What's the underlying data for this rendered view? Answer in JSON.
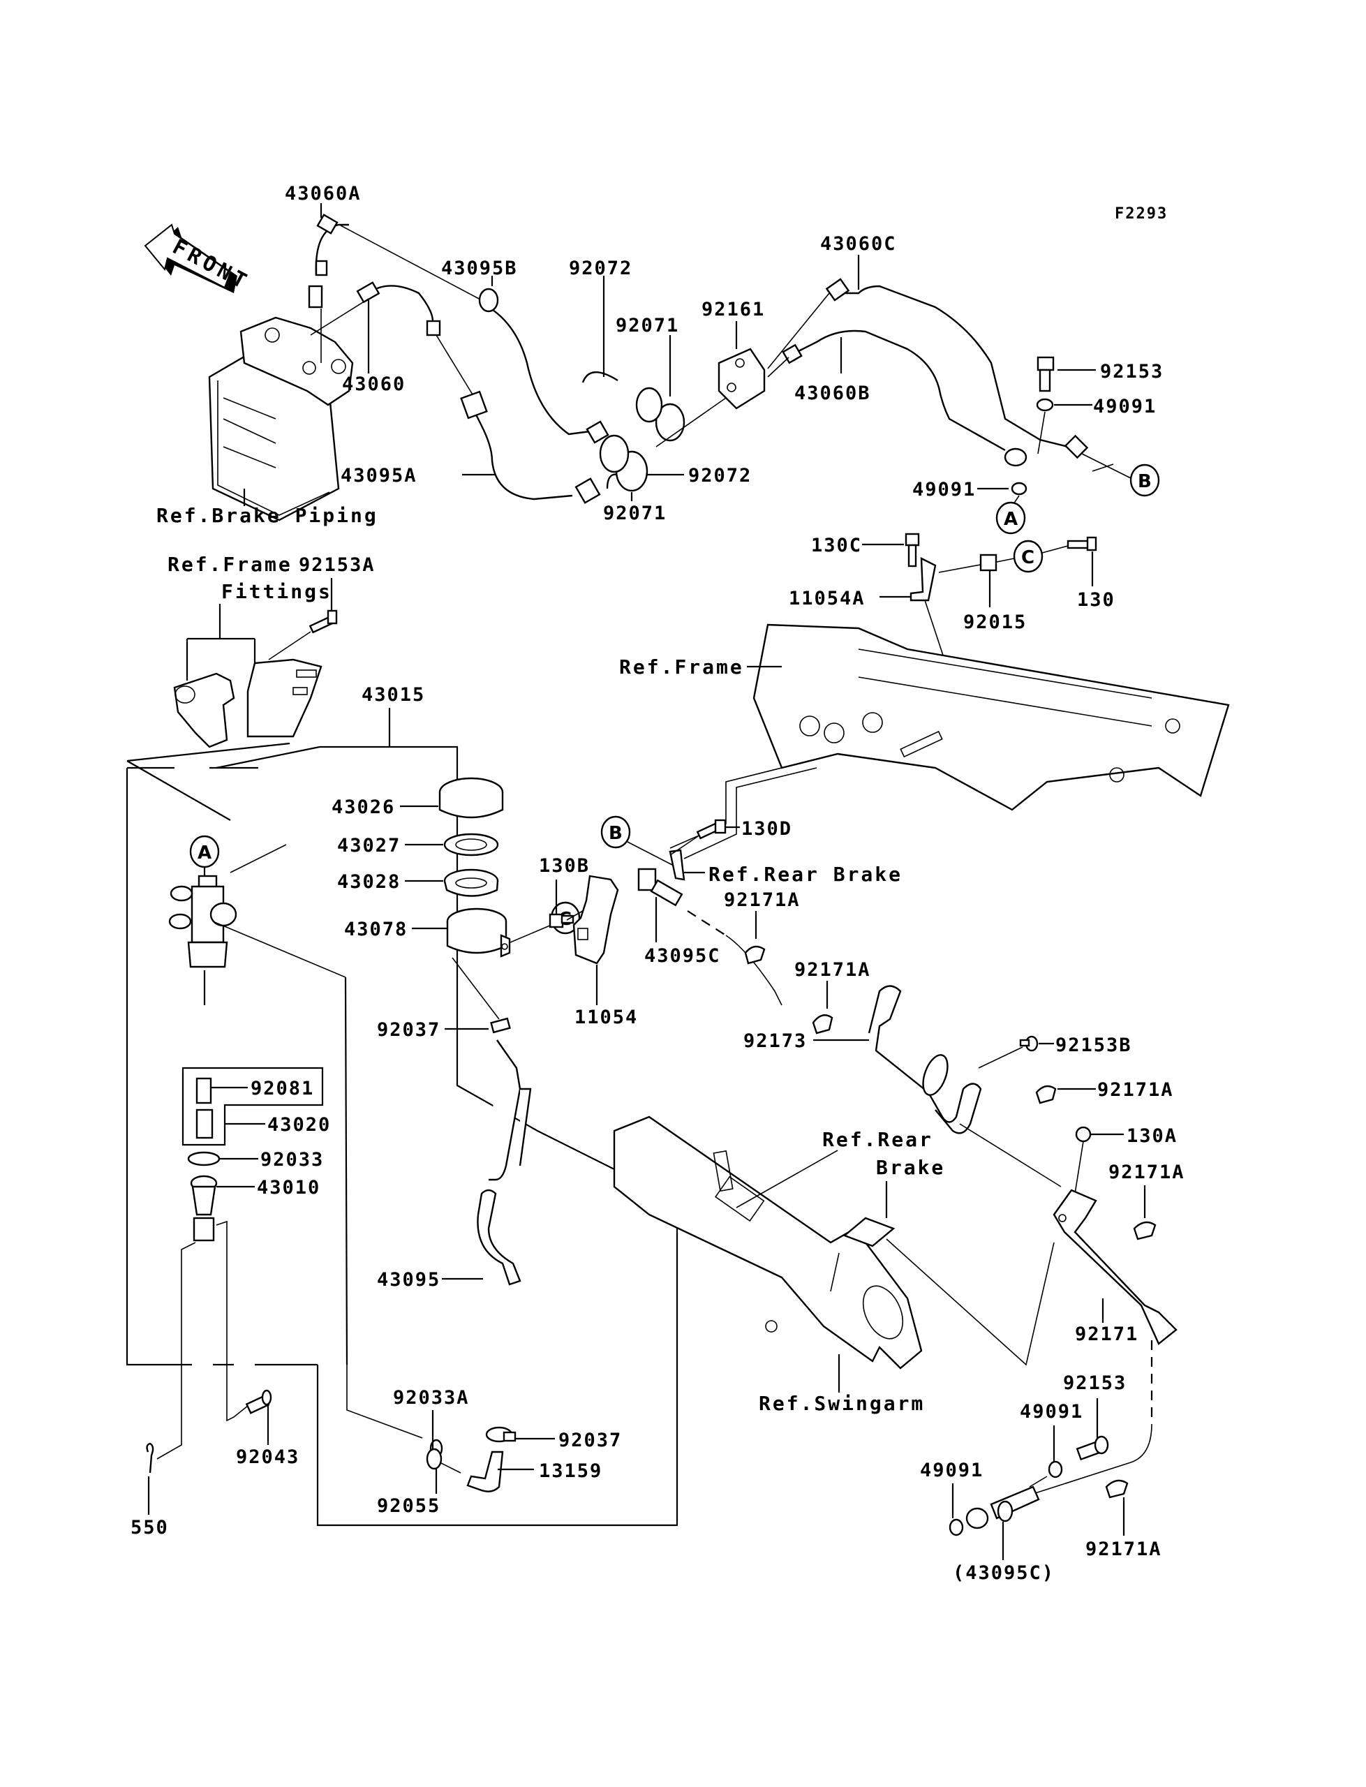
{
  "figure_id": "F2293",
  "front_indicator": "FRONT",
  "labels": {
    "p43060A": "43060A",
    "p43095B": "43095B",
    "p92072_top": "92072",
    "p92071_top": "92071",
    "p92161": "92161",
    "p43060C": "43060C",
    "p43060B": "43060B",
    "p92153_top": "92153",
    "p49091_top": "49091",
    "p49091_mid": "49091",
    "p43060": "43060",
    "p43095A": "43095A",
    "p92071_bot": "92071",
    "p92072_bot": "92072",
    "p130C": "130C",
    "p11054A": "11054A",
    "p92015": "92015",
    "p130": "130",
    "p92153A": "92153A",
    "p43015": "43015",
    "p43026": "43026",
    "p43027": "43027",
    "p43028": "43028",
    "p43078": "43078",
    "p92037_top": "92037",
    "p43095": "43095",
    "p92033A": "92033A",
    "p92037_bot": "92037",
    "p13159": "13159",
    "p92055": "92055",
    "p92081": "92081",
    "p43020": "43020",
    "p92033": "92033",
    "p43010": "43010",
    "p92043": "92043",
    "p550": "550",
    "p130D": "130D",
    "p130B": "130B",
    "p11054": "11054",
    "p43095C": "43095C",
    "p92171A_1": "92171A",
    "p92171A_2": "92171A",
    "p92173": "92173",
    "p92153B": "92153B",
    "p92171A_3": "92171A",
    "p130A": "130A",
    "p92171A_4": "92171A",
    "p92171": "92171",
    "p92153_bot": "92153",
    "p49091_bot1": "49091",
    "p49091_bot2": "49091",
    "p43095C_paren": "(43095C)",
    "p92171A_5": "92171A"
  },
  "references": {
    "brake_piping": "Ref.Brake Piping",
    "frame_fittings_1": "Ref.Frame",
    "frame_fittings_2": "Fittings",
    "frame": "Ref.Frame",
    "rear_brake_1": "Ref.Rear Brake",
    "rear_brake_2a": "Ref.Rear",
    "rear_brake_2b": "Brake",
    "swingarm": "Ref.Swingarm"
  },
  "callouts": {
    "A": "A",
    "B": "B",
    "C": "C"
  }
}
